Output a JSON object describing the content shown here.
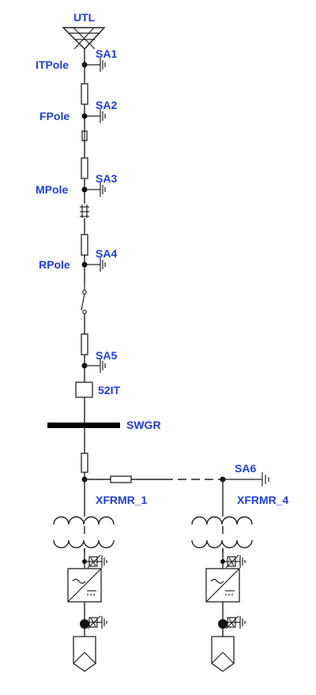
{
  "colors": {
    "label": "#1f3de0",
    "wire": "#222222",
    "bus": "#000000"
  },
  "labels": {
    "utility": "UTL",
    "pole_it": "ITPole",
    "pole_f": "FPole",
    "pole_m": "MPole",
    "pole_r": "RPole",
    "sa1": "SA1",
    "sa2": "SA2",
    "sa3": "SA3",
    "sa4": "SA4",
    "sa5": "SA5",
    "sa6": "SA6",
    "breaker": "52IT",
    "switchgear": "SWGR",
    "xfmr1": "XFRMR_1",
    "xfmr4": "XFRMR_4"
  }
}
